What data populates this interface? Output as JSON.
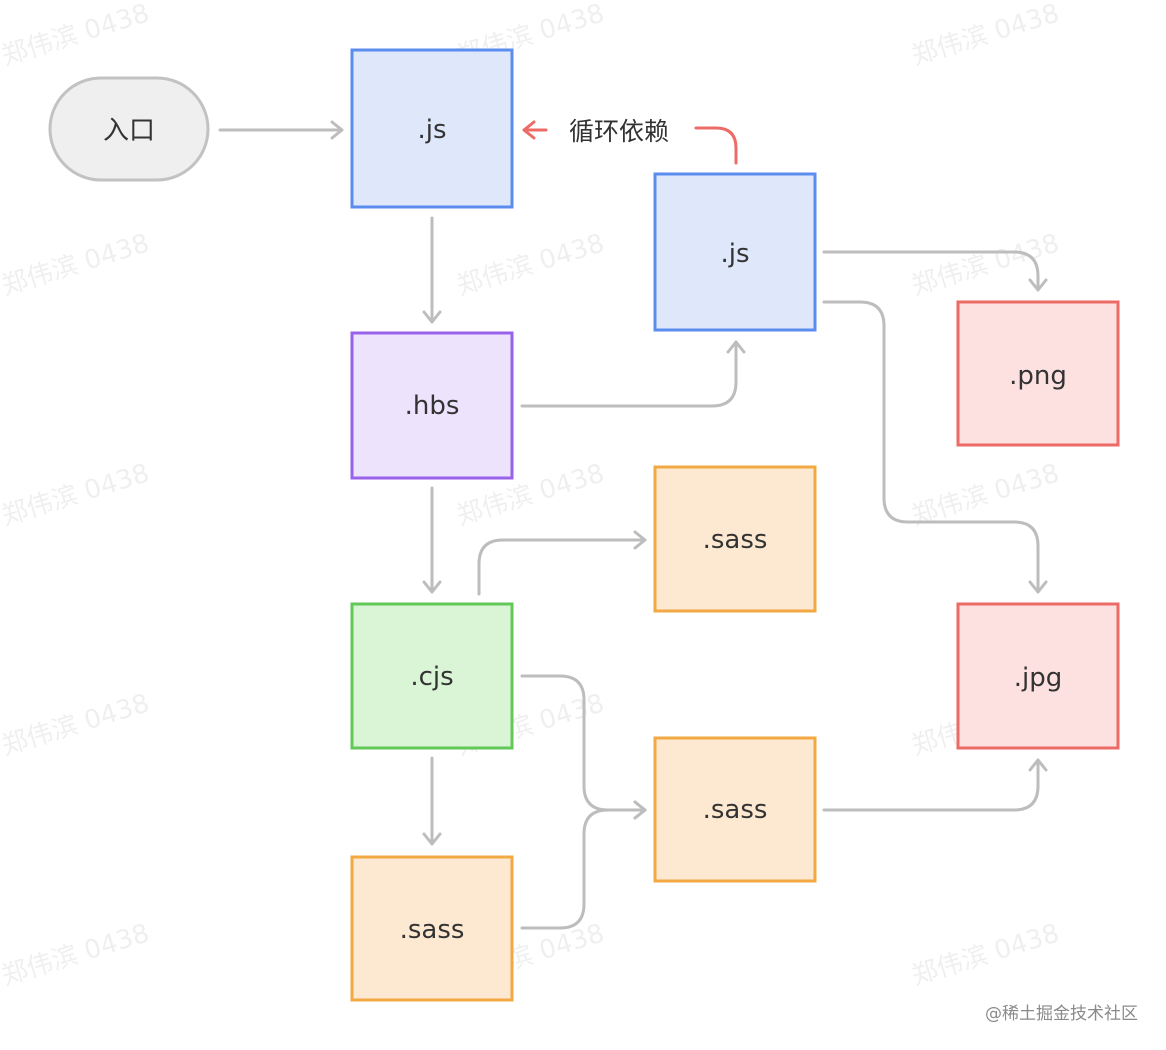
{
  "nodes": {
    "entry": {
      "label": "入口",
      "fill": "#efefef",
      "stroke": "#c2c2c2"
    },
    "js_main": {
      "label": ".js",
      "fill": "#dfe8fb",
      "stroke": "#5b8def"
    },
    "js_dep": {
      "label": ".js",
      "fill": "#dfe8fb",
      "stroke": "#5b8def"
    },
    "hbs": {
      "label": ".hbs",
      "fill": "#ede3fd",
      "stroke": "#9a62ea"
    },
    "cjs": {
      "label": ".cjs",
      "fill": "#d9f5d6",
      "stroke": "#62c959"
    },
    "sass_top": {
      "label": ".sass",
      "fill": "#fde9d1",
      "stroke": "#f2a843"
    },
    "sass_mid": {
      "label": ".sass",
      "fill": "#fde9d1",
      "stroke": "#f2a843"
    },
    "sass_bottom": {
      "label": ".sass",
      "fill": "#fde9d1",
      "stroke": "#f2a843"
    },
    "png": {
      "label": ".png",
      "fill": "#fde0e0",
      "stroke": "#ec6b67"
    },
    "jpg": {
      "label": ".jpg",
      "fill": "#fde0e0",
      "stroke": "#ec6b67"
    }
  },
  "circular_label": "循环依赖",
  "colors": {
    "edge": "#bdbdbd",
    "circular": "#ec6b67"
  },
  "watermark": "郑伟滨 0438",
  "credit": "@稀土掘金技术社区"
}
